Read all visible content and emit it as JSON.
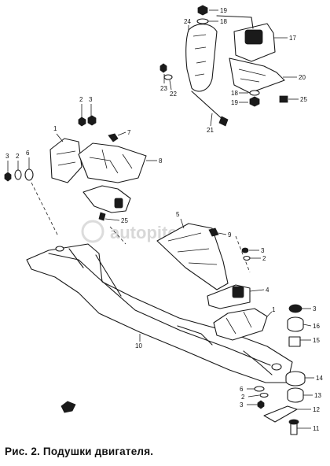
{
  "caption": "Рис. 2. Подушки двигателя.",
  "watermark": "autopiter.ru",
  "callouts": {
    "c19": "19",
    "c18": "18",
    "c24": "24",
    "c17": "17",
    "c20": "20",
    "c23": "23",
    "c22": "22",
    "c18b": "18",
    "c19b": "19",
    "c25a": "25",
    "c21": "21",
    "c2a": "2",
    "c3a": "3",
    "c1": "1",
    "c7": "7",
    "c8": "8",
    "c3b": "3",
    "c2b": "2",
    "c6a": "6",
    "c25b": "25",
    "c5": "5",
    "c9": "9",
    "c3c": "3",
    "c2c": "2",
    "c4": "4",
    "c1b": "1",
    "c3d": "3",
    "c16": "16",
    "c15": "15",
    "c10": "10",
    "c14": "14",
    "c6b": "6",
    "c2d": "2",
    "c13": "13",
    "c3e": "3",
    "c12": "12",
    "c11": "11"
  }
}
